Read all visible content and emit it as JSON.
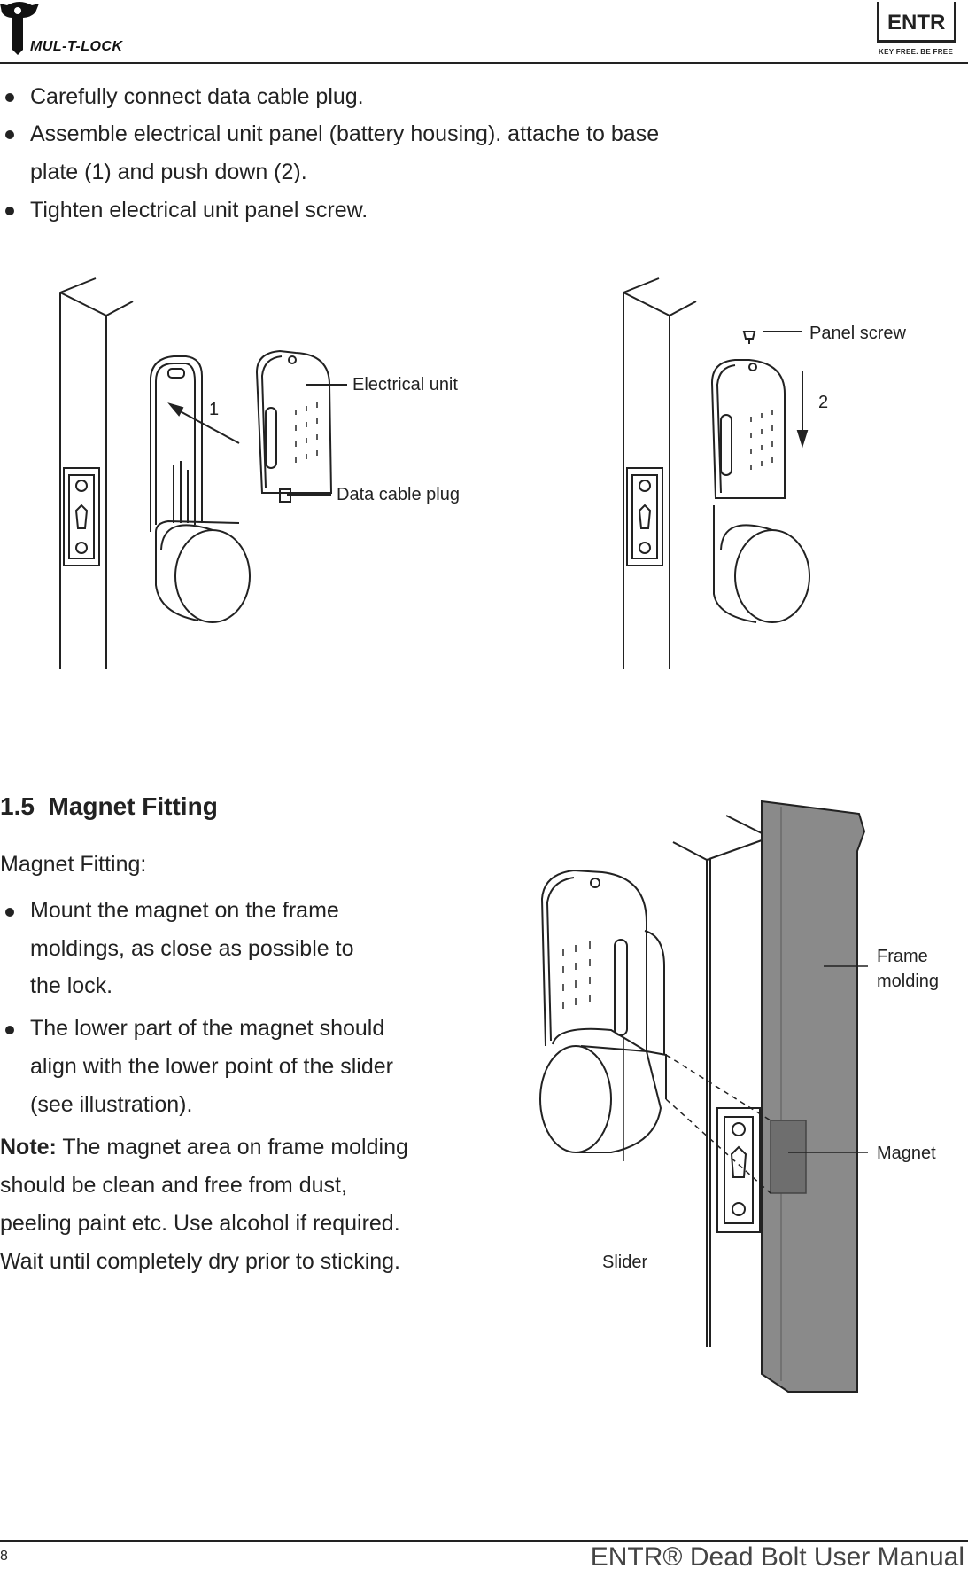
{
  "header": {
    "brand_logo_text": "MUL-T-LOCK",
    "entr_logo_text": "ENTR",
    "entr_tagline": "KEY FREE. BE FREE"
  },
  "install_steps": {
    "bullets": [
      "Carefully connect data cable plug.",
      "Assemble electrical unit panel (battery housing). attache to base",
      "plate (1) and push down (2).",
      "Tighten electrical unit panel screw."
    ]
  },
  "figure_left": {
    "label_electrical_unit": "Electrical unit",
    "label_data_cable_plug": "Data cable plug",
    "step_number": "1"
  },
  "figure_right": {
    "label_panel_screw": "Panel screw",
    "step_number": "2"
  },
  "magnet_section": {
    "heading_number": "1.5",
    "heading_title": "Magnet Fitting",
    "intro": "Magnet Fitting:",
    "bullet1_lines": [
      "Mount the magnet on the frame",
      "moldings, as close as possible to",
      "the lock."
    ],
    "bullet2_lines": [
      "The lower part of the magnet should",
      "align with the lower point of the slider",
      "(see illustration)."
    ],
    "note_label": "Note:",
    "note_lines": [
      " The magnet area on frame molding",
      "should be clean and free from dust,",
      "peeling paint etc. Use alcohol if required.",
      "Wait until completely dry prior to sticking."
    ]
  },
  "figure_magnet": {
    "label_frame": "Frame",
    "label_molding": "molding",
    "label_magnet": "Magnet",
    "label_slider": "Slider"
  },
  "footer": {
    "page_number": "8",
    "manual_title": "ENTR® Dead Bolt User Manual"
  },
  "colors": {
    "frame_molding_gray": "#8a8a8a",
    "magnet_gray": "#6e6e6e",
    "line": "#222222"
  }
}
